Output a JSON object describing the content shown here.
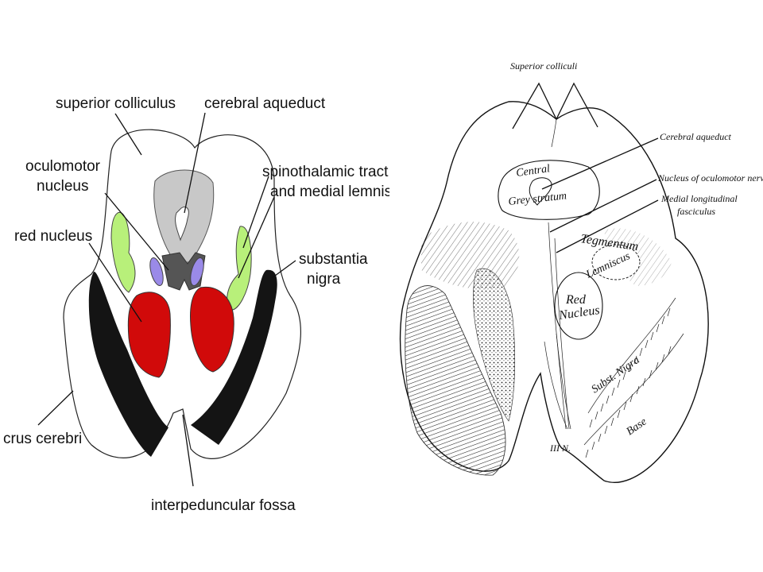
{
  "left_labels": {
    "superior_colliculus": "superior colliculus",
    "cerebral_aqueduct": "cerebral aqueduct",
    "oculomotor_line1": "oculomotor",
    "oculomotor_line2": "nucleus",
    "spinothalamic_line1": "spinothalamic tract",
    "spinothalamic_line2": "and medial lemnisc",
    "red_nucleus": "red nucleus",
    "substantia_line1": "substantia",
    "substantia_line2": "nigra",
    "crus_cerebri": "crus cerebri",
    "interpeduncular_fossa": "interpeduncular fossa"
  },
  "right_labels": {
    "superior_colliculi": "Superior colliculi",
    "cerebral_aqueduct": "Cerebral aqueduct",
    "nucleus_oculomotor": "Nucleus of oculomotor nerv",
    "medial_longitudinal_line1": "Medial longitudinal",
    "medial_longitudinal_line2": "fasciculus",
    "central": "Central",
    "grey_stratum": "Grey stratum",
    "tegmentum": "Tegmentum",
    "lemniscus": "Lemniscus",
    "red_line1": "Red",
    "red_line2": "Nucleus",
    "subst_nigra": "Subst. Nigra",
    "base": "Base",
    "iii_n": "III N."
  },
  "colors": {
    "aqueduct_grey": "#c8c8c8",
    "oculomotor_dark": "#555555",
    "red_nucleus": "#d10a0a",
    "lemniscus_green": "#b8f07a",
    "oculomotor_purple": "#9a8ae8",
    "substantia_black": "#141414"
  }
}
